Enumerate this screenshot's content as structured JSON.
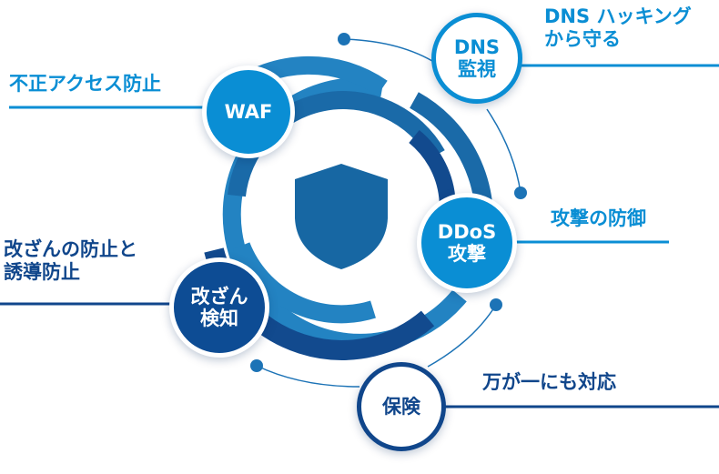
{
  "colors": {
    "light": "#0a8ed4",
    "mid": "#1c73b6",
    "dark": "#10468b",
    "navy": "#0d3f86"
  },
  "nodes": {
    "waf": {
      "label": "WAF",
      "description": "不正アクセス防止"
    },
    "dns": {
      "line1": "DNS",
      "line2": "監視",
      "description_line1": "DNS ハッキング",
      "description_line2": "から守る"
    },
    "ddos": {
      "line1": "DDoS",
      "line2": "攻撃",
      "description": "攻撃の防御"
    },
    "tamper": {
      "line1": "改ざん",
      "line2": "検知",
      "description_line1": "改ざんの防止と",
      "description_line2": "誘導防止"
    },
    "insurance": {
      "label": "保険",
      "description": "万が一にも対応"
    }
  },
  "center_icon": "shield-icon"
}
